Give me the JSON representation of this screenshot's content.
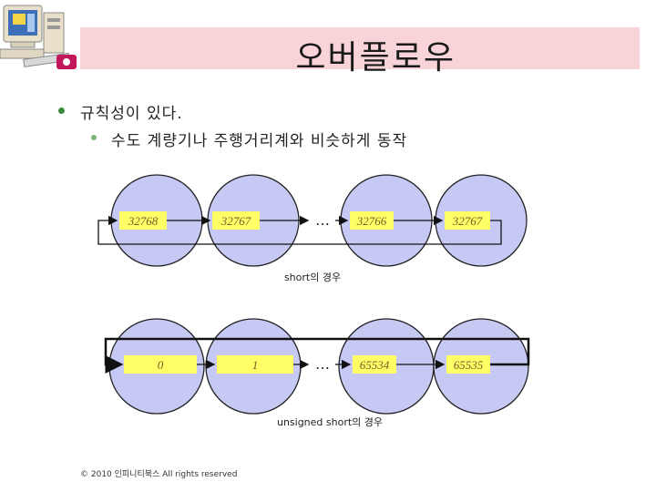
{
  "slide": {
    "title": "오버플로우",
    "bullets": [
      {
        "text": "규칙성이 있다.",
        "level": 1
      },
      {
        "text": "수도 계량기나 주행거리계와 비슷하게 동작",
        "level": 2
      }
    ],
    "footer": "© 2010 인피니티북스 All rights reserved"
  },
  "diagram_short": {
    "cells": [
      "32768",
      "32767",
      "32766",
      "32767"
    ],
    "ellipsis": "…",
    "caption": "short의 경우"
  },
  "diagram_unsigned": {
    "cells": [
      "0",
      "1",
      "65534",
      "65535"
    ],
    "ellipsis": "…",
    "caption": "unsigned short의 경우"
  },
  "colors": {
    "title_band": "#f8d4d8",
    "circle_fill": "#c7c9f5",
    "circle_stroke": "#222222",
    "cell_fill": "#ffff66",
    "bullet_level1": "#3a8a3a",
    "bullet_level2": "#7ab87a"
  },
  "icons": [
    "computer-icon",
    "phone-icon"
  ]
}
